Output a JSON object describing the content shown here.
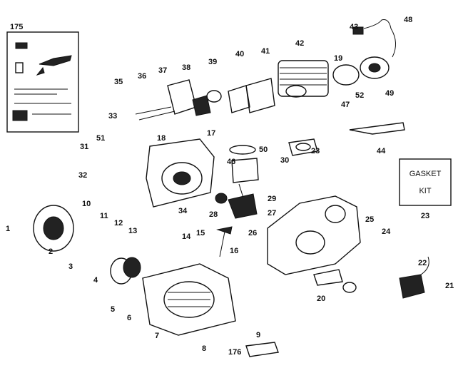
{
  "diagram": {
    "callouts": [
      "175",
      "43",
      "48",
      "42",
      "19",
      "40",
      "41",
      "39",
      "38",
      "37",
      "36",
      "35",
      "52",
      "49",
      "47",
      "17",
      "33",
      "18",
      "51",
      "31",
      "50",
      "30",
      "23",
      "44",
      "46",
      "32",
      "29",
      "27",
      "28",
      "34",
      "10",
      "11",
      "12",
      "13",
      "15",
      "16",
      "14",
      "26",
      "25",
      "24",
      "1",
      "2",
      "3",
      "4",
      "5",
      "6",
      "7",
      "8",
      "9",
      "176",
      "20",
      "22",
      "21"
    ],
    "gasket_kit": {
      "line1": "GASKET",
      "line2": "KIT",
      "number": "23"
    }
  }
}
